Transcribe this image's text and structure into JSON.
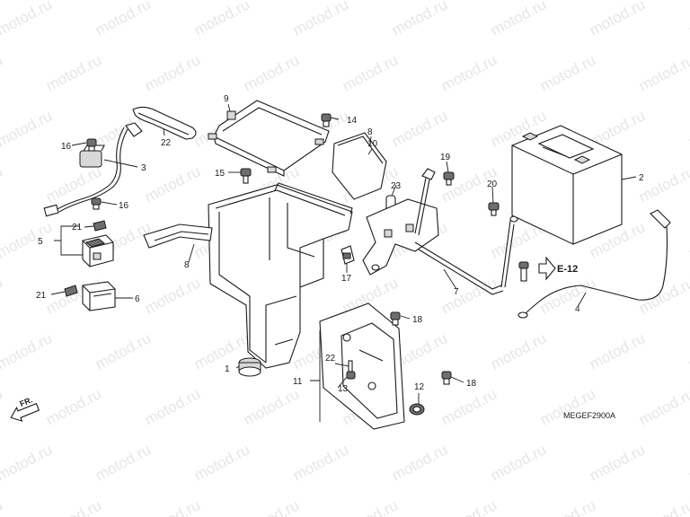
{
  "watermark": "motod.ru",
  "diagram_code": "MEGEF2900A",
  "reference": "E-12",
  "front_marker": "FR.",
  "callouts": [
    "1",
    "2",
    "3",
    "4",
    "5",
    "6",
    "7",
    "8",
    "8",
    "9",
    "10",
    "11",
    "12",
    "13",
    "14",
    "15",
    "16",
    "16",
    "17",
    "18",
    "18",
    "19",
    "20",
    "21",
    "21",
    "22",
    "22",
    "23"
  ],
  "colors": {
    "line": "#1a1a1a",
    "watermark": "#e6e6e6",
    "background": "#ffffff"
  }
}
